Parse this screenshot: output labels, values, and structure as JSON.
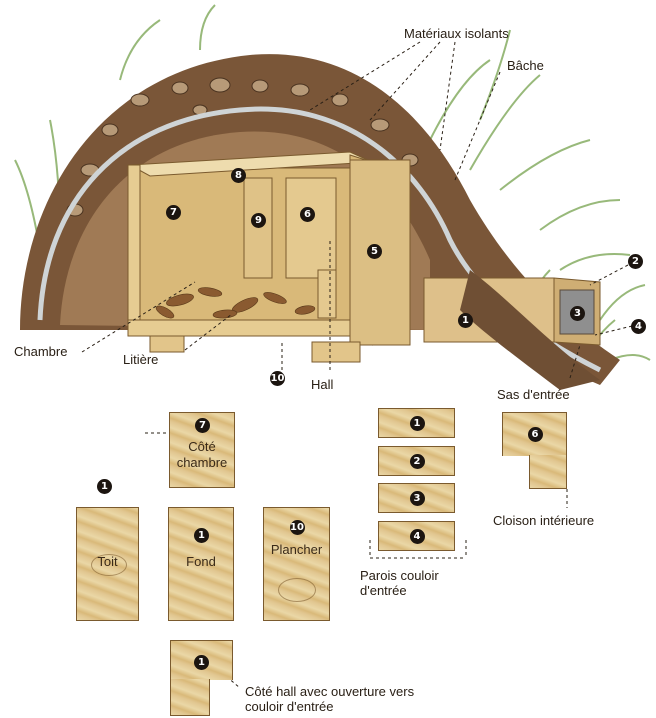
{
  "labels": {
    "materiaux": "Matériaux isolants",
    "bache": "Bâche",
    "chambre": "Chambre",
    "litiere": "Litière",
    "hall": "Hall",
    "sas": "Sas d'entrée",
    "cloison": "Cloison intérieure",
    "parois": "Parois couloir\nd'entrée",
    "cote_hall": "Côté hall avec ouverture vers\ncouloir d'entrée"
  },
  "markers": {
    "n1": "1",
    "n2": "2",
    "n3": "3",
    "n4": "4",
    "n5": "5",
    "n6": "6",
    "n7": "7",
    "n8": "8",
    "n9": "9",
    "n10": "10"
  },
  "pieces": {
    "toit": "Toit",
    "fond": "Fond",
    "plancher": "Plancher",
    "cote_chambre": "Côté\nchambre"
  },
  "colors": {
    "earth": "#7a5638",
    "wood": "#e3c88e",
    "grass": "#7fa85a",
    "badge": "#1c1510"
  }
}
